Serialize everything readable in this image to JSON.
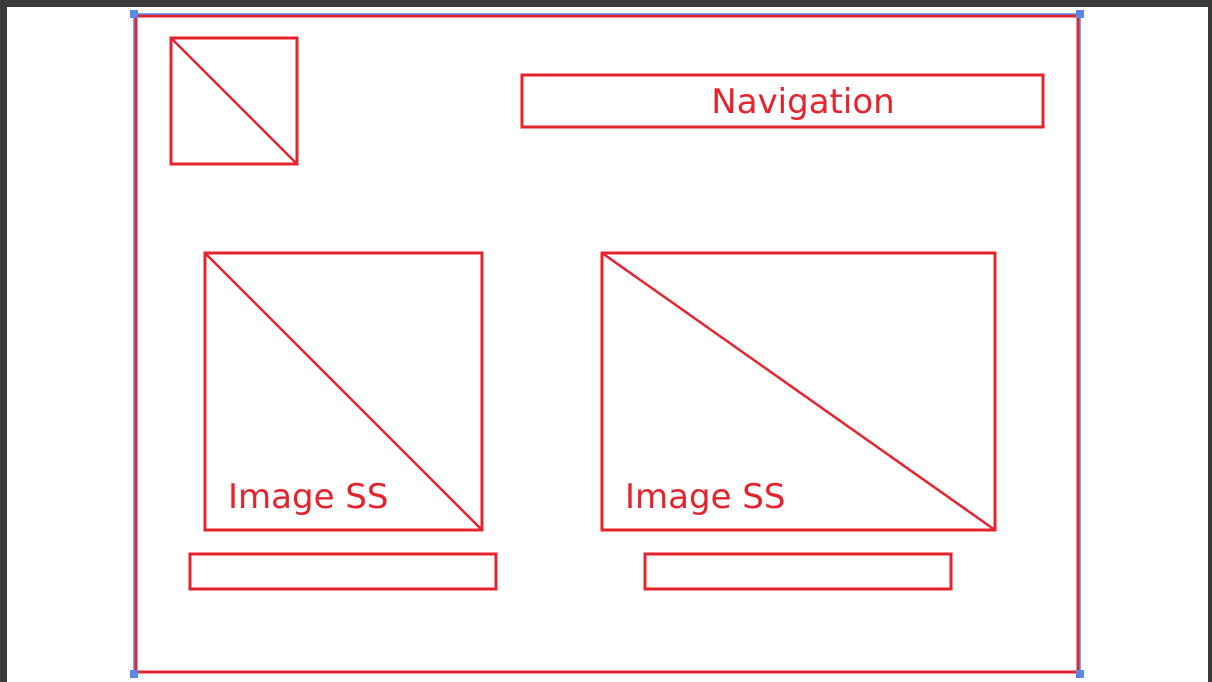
{
  "colors": {
    "wireframe": "#e5232c",
    "selection": "#5b86e5",
    "frame": "#3a3a3a"
  },
  "navigation": {
    "label": "Navigation"
  },
  "cards": [
    {
      "image_label": "Image SS"
    },
    {
      "image_label": "Image SS"
    }
  ]
}
